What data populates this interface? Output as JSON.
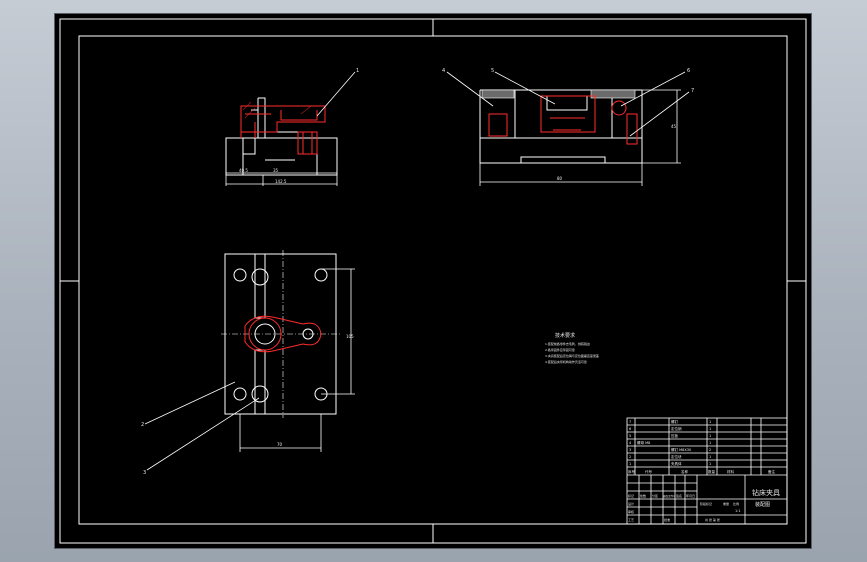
{
  "colors": {
    "background": "#000000",
    "frame": "#ffffff",
    "part_outline": "#ffffff",
    "hidden_red": "#ff2b2b",
    "dimension": "#ffffff"
  },
  "views": {
    "front": {
      "callout": "1",
      "dims": {
        "left": "40.5",
        "mid": "35",
        "total": "142.5"
      }
    },
    "side": {
      "callouts": [
        "4",
        "5",
        "6",
        "7"
      ],
      "dims": {
        "width": "80",
        "height": "45"
      }
    },
    "top": {
      "callouts": [
        "2",
        "3"
      ],
      "dims": {
        "height": "105",
        "width": "70"
      }
    }
  },
  "notes": {
    "title": "技术要求",
    "items": [
      "1.装配前各零件去毛刺、倒钝锐边",
      "2.各紧固件应紧固可靠",
      "3.夹具装配后定位销与定位面垂直度误差",
      "4.装配后夹紧机构动作灵活可靠"
    ]
  },
  "title_block": {
    "parts_list": [
      {
        "no": "7",
        "name": "螺钉",
        "qty": "1"
      },
      {
        "no": "6",
        "name": "定位销",
        "qty": "1"
      },
      {
        "no": "5",
        "name": "压板",
        "qty": "1"
      },
      {
        "no": "4",
        "name": "螺母 M8",
        "qty": "1"
      },
      {
        "no": "3",
        "name": "螺钉 M8X30",
        "qty": "2"
      },
      {
        "no": "2",
        "name": "定位块",
        "qty": "1"
      },
      {
        "no": "1",
        "name": "夹具体",
        "qty": "1"
      }
    ],
    "header": {
      "no": "序号",
      "code": "代号",
      "name": "名称",
      "qty": "数量",
      "material": "材料",
      "note": "备注"
    },
    "drawing_title": "钻床夹具",
    "drawing_subtitle": "装配图",
    "sign_labels": [
      "标记",
      "处数",
      "分区",
      "更改文件号",
      "签名",
      "年月日"
    ],
    "role_labels": [
      "设计",
      "审核",
      "工艺",
      "批准"
    ],
    "stage_labels": [
      "阶段标记",
      "重量",
      "比例"
    ],
    "scale": "1:1",
    "sheet": "共 张 第 张"
  }
}
